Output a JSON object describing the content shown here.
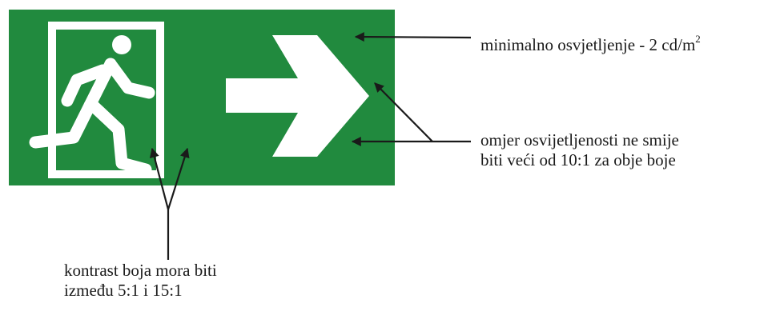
{
  "colors": {
    "sign_green": "#218a3e",
    "sign_white": "#ffffff",
    "arrow_line": "#1a1a1a"
  },
  "icons": {
    "running_man": "running-man-icon",
    "door": "door-icon",
    "direction_arrow": "right-arrow-icon"
  },
  "annotations": {
    "min_lighting_prefix": "minimalno osvjetljenje - 2 cd/m",
    "min_lighting_sup": "2",
    "ratio_line1": "omjer osvijetljenosti ne smije",
    "ratio_line2": "biti veći od 10:1 za obje boje",
    "contrast_line1": "kontrast boja mora biti",
    "contrast_line2": "između 5:1 i 15:1"
  }
}
